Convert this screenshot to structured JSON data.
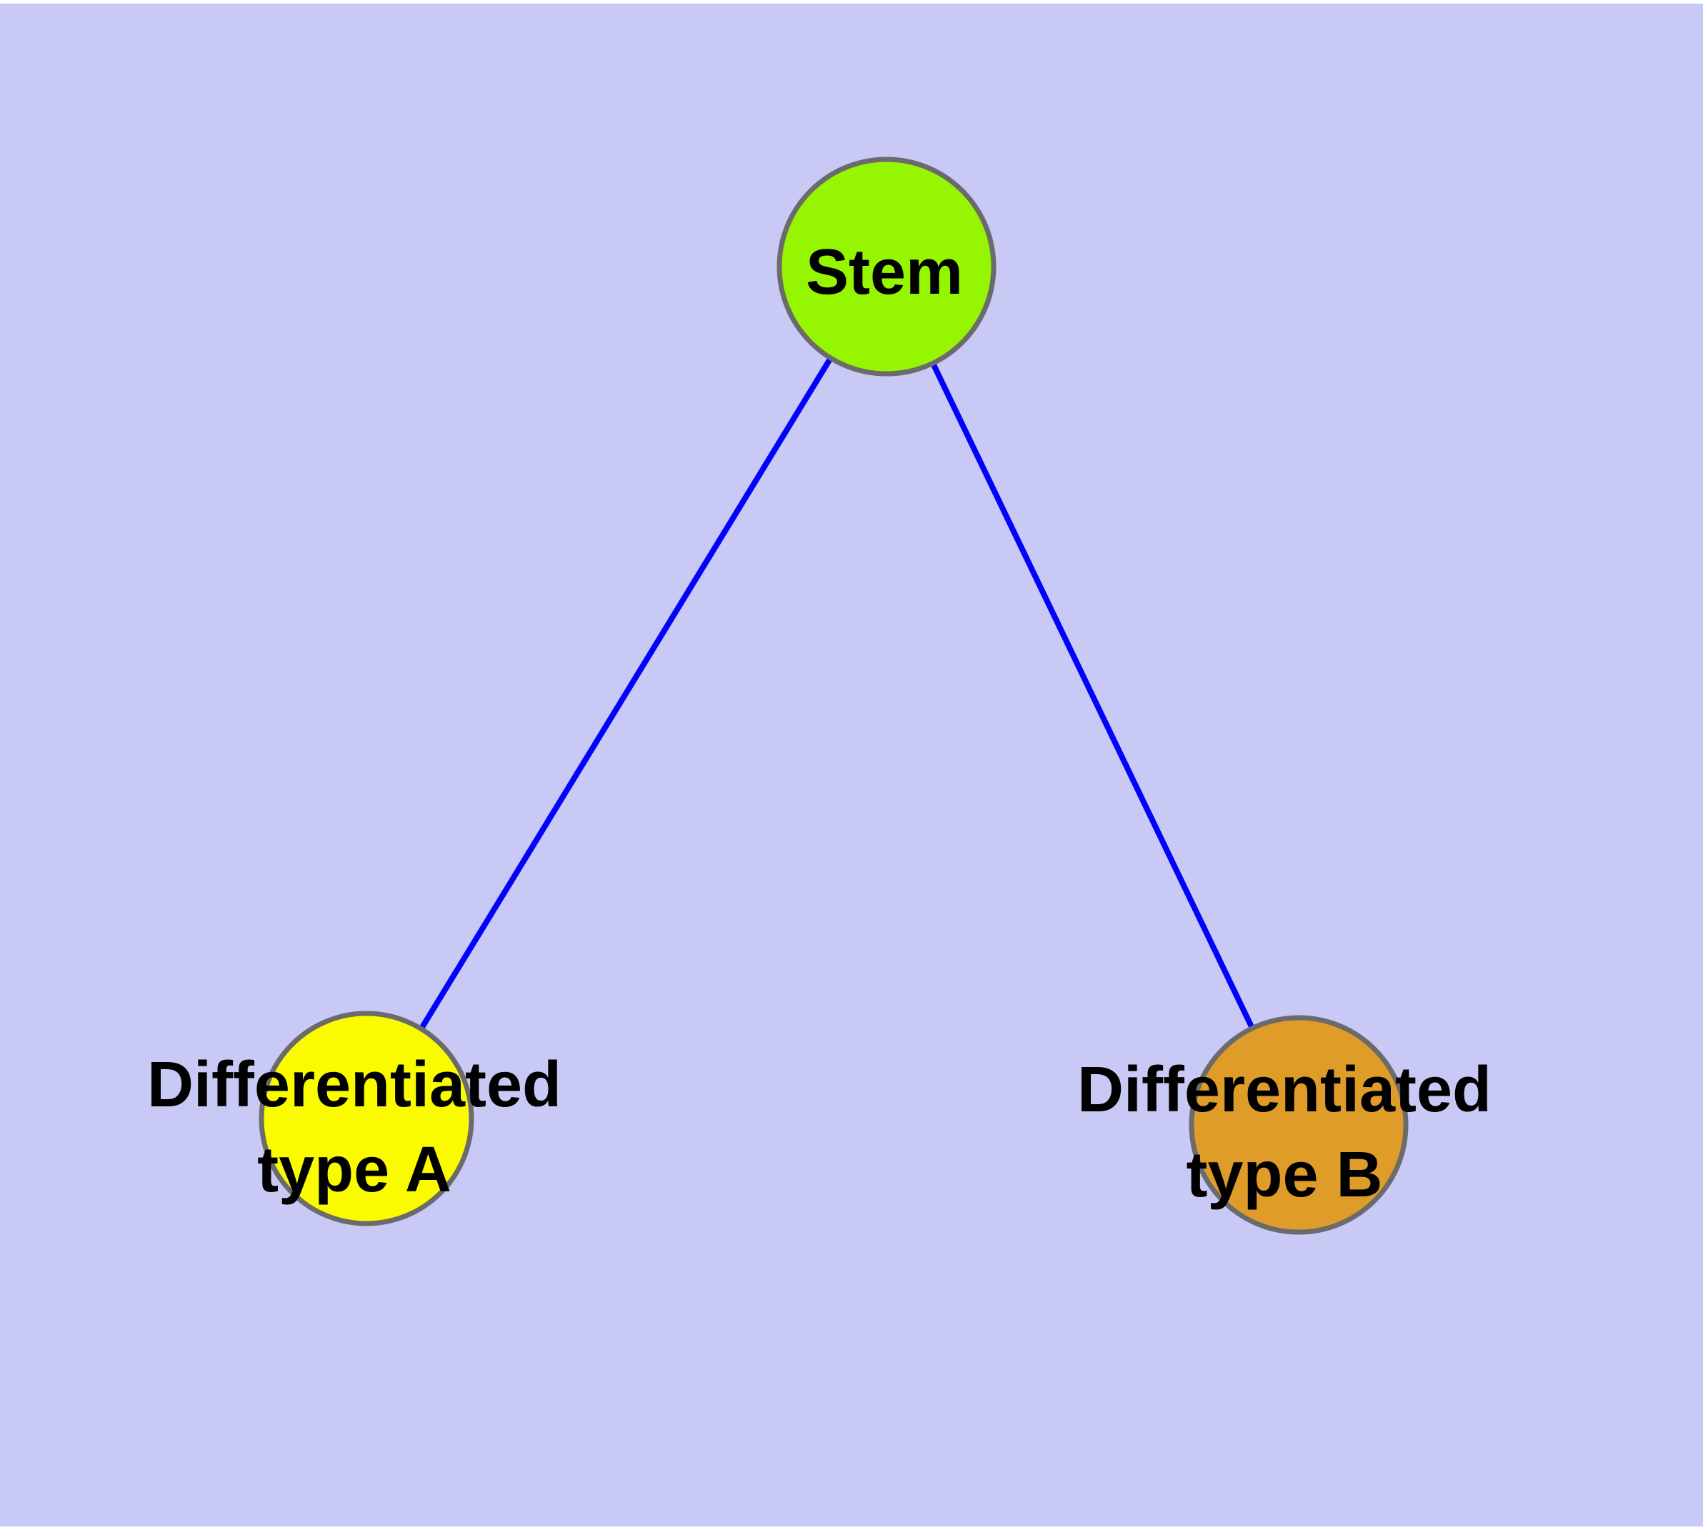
{
  "diagram": {
    "type": "node-link-graph",
    "background_color": "#C9C9F6",
    "page_margin_color": "#FFFFFF",
    "text_color": "#000000",
    "nodes": [
      {
        "id": "stem",
        "label": "Stem",
        "lines": [
          "Stem"
        ],
        "fill": "#96F500",
        "border": "#6B6B6B"
      },
      {
        "id": "differentiated-type-a",
        "label": "Differentiated type A",
        "lines": [
          "Differentiated",
          "type A"
        ],
        "fill": "#FBFB00",
        "border": "#6B6B6B"
      },
      {
        "id": "differentiated-type-b",
        "label": "Differentiated type B",
        "lines": [
          "Differentiated",
          "type B"
        ],
        "fill": "#E09C28",
        "border": "#6B6B6B"
      }
    ],
    "edges": [
      {
        "from": "Stem",
        "to": "Differentiated type A",
        "color": "#0202FA"
      },
      {
        "from": "Stem",
        "to": "Differentiated type B",
        "color": "#0202FA"
      }
    ]
  }
}
